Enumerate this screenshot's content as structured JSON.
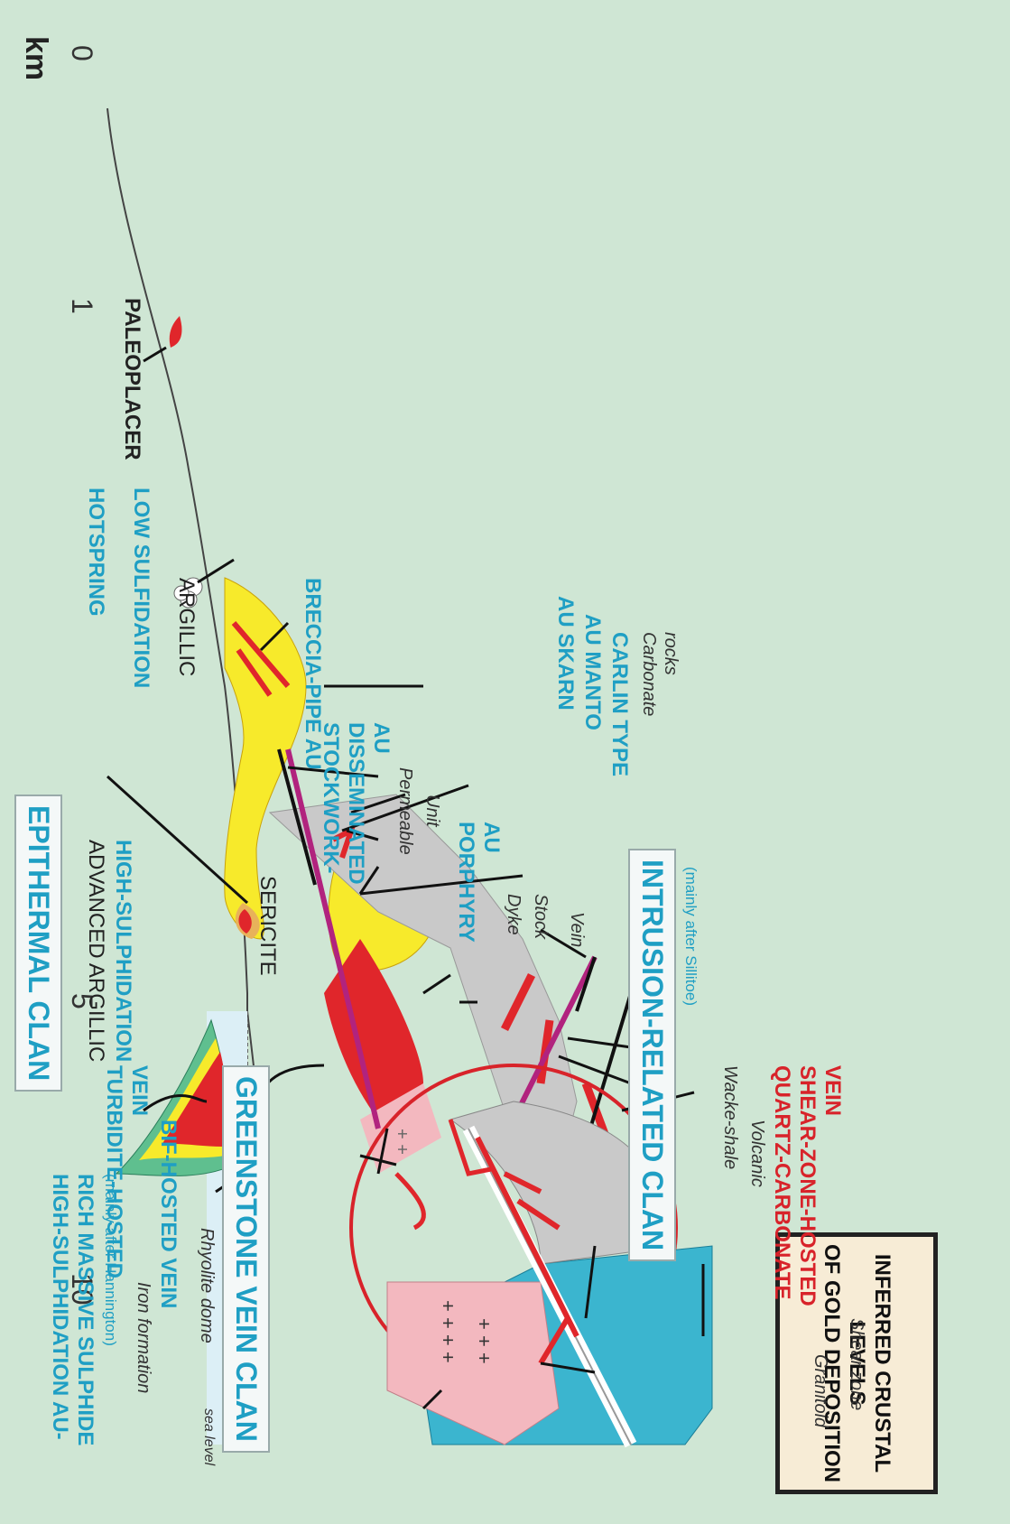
{
  "title": {
    "line1": "INFERRED CRUSTAL LEVELS",
    "line2": "OF GOLD DEPOSITION"
  },
  "depth_axis": {
    "unit": "km",
    "ticks": [
      "0",
      "1",
      "5",
      "10"
    ]
  },
  "clans": {
    "epithermal": "EPITHERMAL CLAN",
    "intrusion": "INTRUSION-RELATED CLAN",
    "intrusion_note": "(mainly after Sillitoe)",
    "greenstone": "GREENSTONE VEIN CLAN"
  },
  "labels": {
    "paleoplacer": "PALEOPLACER",
    "hotspring": "HOTSPRING",
    "low_sulfidation": "LOW SULFIDATION",
    "argillic": "ARGILLIC",
    "advanced_argillic": "ADVANCED ARGILLIC",
    "high_sulphidation": "HIGH-SULPHIDATION",
    "sericite": "SERICITE",
    "hs_massive_l1": "HIGH-SULPHIDATION AU-",
    "hs_massive_l2": "RICH MASSIVE SULPHIDE",
    "hs_massive_note": "(mainly after Hannington)",
    "rhyolite_dome": "Rhyolite dome",
    "sea_level": "sea level",
    "stockwork_l1": "STOCKWORK-",
    "stockwork_l2": "DISSEMINATED",
    "stockwork_l3": "AU",
    "permeable": "Permeable",
    "unit": "Unit",
    "porphyry_l1": "PORPHYRY",
    "porphyry_l2": "AU",
    "dyke": "Dyke",
    "stock": "Stock",
    "breccia": "BRECCIA-PIPE AU",
    "au_skarn": "AU SKARN",
    "au_manto": "AU MANTO",
    "carlin": "CARLIN TYPE",
    "carbonate_l1": "Carbonate",
    "carbonate_l2": "rocks",
    "vein": "Vein",
    "wacke": "Wacke-shale",
    "volcanic": "Volcanic",
    "qc_l1": "QUARTZ-CARBONATE",
    "qc_l2": "SHEAR-ZONE-HOSTED",
    "qc_l3": "VEIN",
    "shear_zone": "Shear zone",
    "granitoid": "Granitoid",
    "turbidite_l1": "TURBIDITE-HOSTED",
    "turbidite_l2": "VEIN",
    "bif": "BIF-HOSTED VEIN",
    "iron_formation": "Iron formation"
  },
  "colors": {
    "background": "#cfe6d4",
    "gold_red": "#e0262b",
    "alteration_yellow": "#f7ea2b",
    "carbonate_grey": "#c9c9c9",
    "volcanic_blue": "#3bb5cf",
    "granitoid_pink": "#f3b8bf",
    "dyke_magenta": "#b1237e",
    "label_blue": "#1f9fc4"
  }
}
